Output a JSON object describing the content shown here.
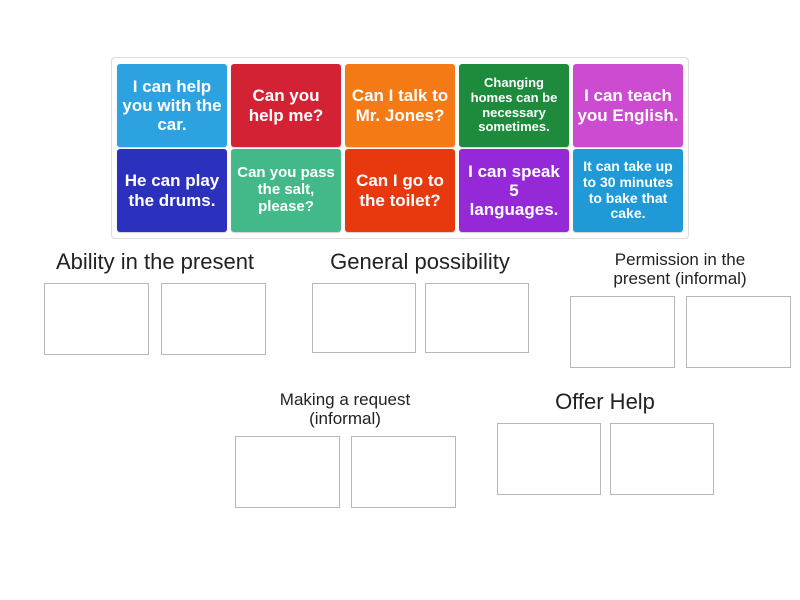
{
  "activity": {
    "type": "group-sort",
    "tray": {
      "rows": [
        [
          {
            "text": "I can help you with the car.",
            "color": "#2ca2e0",
            "font": "t-size-17"
          },
          {
            "text": "Can you help me?",
            "color": "#d22234",
            "font": "t-size-17"
          },
          {
            "text": "Can I talk to Mr. Jones?",
            "color": "#f47a16",
            "font": "t-size-17"
          },
          {
            "text": "Changing homes can be necessary sometimes.",
            "color": "#1e8a3c",
            "font": "t-size-13"
          },
          {
            "text": "I can teach you English.",
            "color": "#cc4bd0",
            "font": "t-size-17"
          }
        ],
        [
          {
            "text": "He can play the drums.",
            "color": "#2b30bd",
            "font": "t-size-17"
          },
          {
            "text": "Can you pass the salt, please?",
            "color": "#43b98a",
            "font": "t-size-15"
          },
          {
            "text": "Can I go to the toilet?",
            "color": "#e8380d",
            "font": "t-size-17"
          },
          {
            "text": "I can speak 5 languages.",
            "color": "#9529d8",
            "font": "t-size-17"
          },
          {
            "text": "It can take up to 30 minutes to bake that cake.",
            "color": "#1f9ad6",
            "font": "t-size-14"
          }
        ]
      ]
    },
    "categories": [
      {
        "label": "Ability in the present",
        "label_size": "lbl-22",
        "zones": 2
      },
      {
        "label": "General possibility",
        "label_size": "lbl-22",
        "zones": 2
      },
      {
        "label": "Permission in the\npresent (informal)",
        "label_size": "lbl-17",
        "zones": 2
      },
      {
        "label": "Making a request\n(informal)",
        "label_size": "lbl-17",
        "zones": 2
      },
      {
        "label": "Offer Help",
        "label_size": "lbl-22",
        "zones": 2
      }
    ]
  },
  "colors": {
    "page_background": "#ffffff",
    "tray_border": "#dcdcdc",
    "dropzone_border": "#b7b7b7",
    "label_text": "#222222",
    "tile_text": "#ffffff"
  }
}
